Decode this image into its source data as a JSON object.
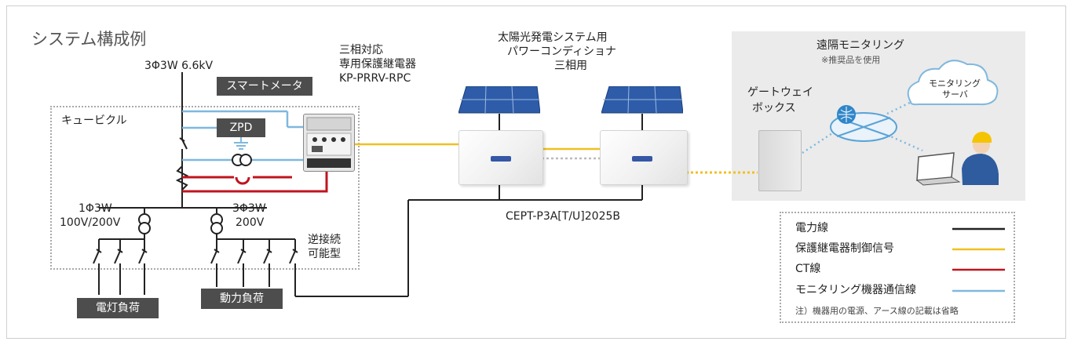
{
  "title": "システム構成例",
  "grid_spec": "3Φ3W 6.6kV",
  "smart_meter": "スマートメータ",
  "relay": {
    "line1": "三相対応",
    "line2": "専用保護継電器",
    "line3": "KP-PRRV-RPC"
  },
  "cubicle": "キュービクル",
  "zpd": "ZPD",
  "tr1": {
    "line1": "1Φ3W",
    "line2": "100V/200V"
  },
  "tr2": {
    "line1": "3Φ3W",
    "line2": "200V"
  },
  "reverse": {
    "line1": "逆接続",
    "line2": "可能型"
  },
  "lighting_load": "電灯負荷",
  "power_load": "動力負荷",
  "pcs": {
    "line1": "太陽光発電システム用",
    "line2": "パワーコンディショナ",
    "line3": "三相用"
  },
  "model": "CEPT-P3A[T/U]2025B",
  "remote": {
    "title": "遠隔モニタリング",
    "note": "※推奨品を使用"
  },
  "gateway": {
    "line1": "ゲートウェイ",
    "line2": "ボックス"
  },
  "server": {
    "line1": "モニタリング",
    "line2": "サーバ"
  },
  "legend": {
    "items": [
      {
        "label": "電力線",
        "color": "#222222"
      },
      {
        "label": "保護継電器制御信号",
        "color": "#f0c020"
      },
      {
        "label": "CT線",
        "color": "#c0141e"
      },
      {
        "label": "モニタリング機器通信線",
        "color": "#7fb8de"
      }
    ],
    "note": "注）機器用の電源、アース線の記載は省略"
  },
  "colors": {
    "power": "#222222",
    "control": "#f0c020",
    "ct": "#c0141e",
    "monitor": "#7fb8de",
    "label_bg": "#4d4d4d"
  }
}
